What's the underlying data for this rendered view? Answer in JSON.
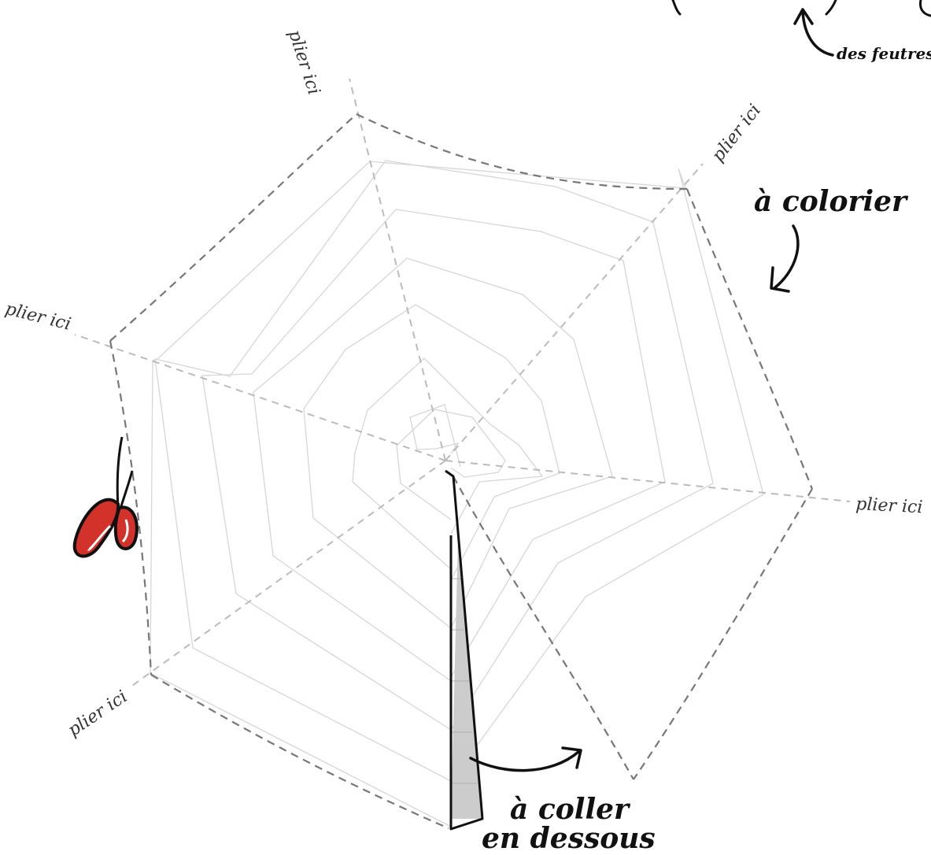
{
  "labels": {
    "fold": "plier ici",
    "color_it": "à colorier",
    "glue_line1": "à coller",
    "glue_line2": "en dessous",
    "markers": "des feutres"
  },
  "colors": {
    "fold_line": "#bbbbbb",
    "cut_line": "#777777",
    "grid_ring": "#d6d6d6",
    "glue_tab_fill": "#cccccc",
    "scissors_red": "#d2322a",
    "ink": "#111111"
  },
  "icons": [
    "scissors-icon",
    "curved-arrow-icon"
  ]
}
